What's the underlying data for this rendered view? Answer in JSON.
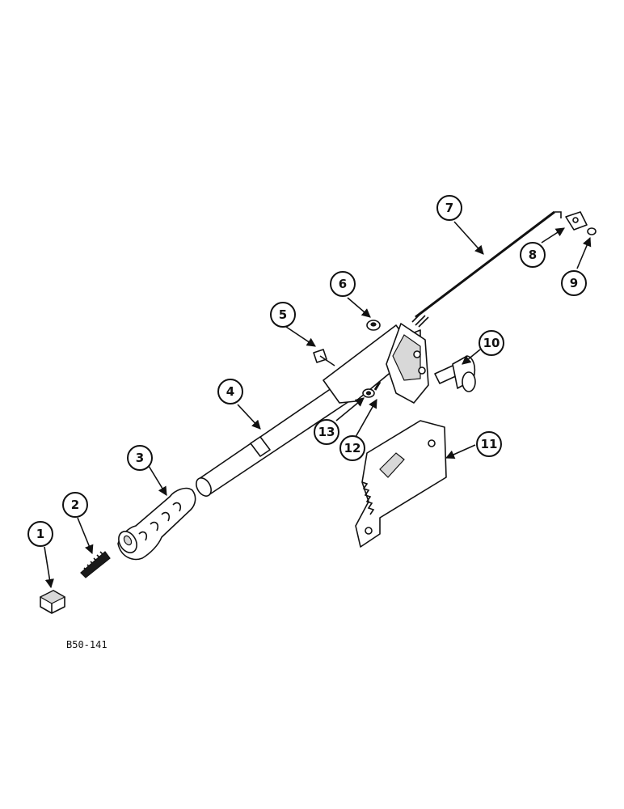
{
  "callouts": [
    {
      "label": "1"
    },
    {
      "label": "2"
    },
    {
      "label": "3"
    },
    {
      "label": "4"
    },
    {
      "label": "5"
    },
    {
      "label": "6"
    },
    {
      "label": "7"
    },
    {
      "label": "8"
    },
    {
      "label": "9"
    },
    {
      "label": "10"
    },
    {
      "label": "11"
    },
    {
      "label": "12"
    },
    {
      "label": "13"
    }
  ],
  "reference_code": "B50-141",
  "colors": {
    "ink": "#111111",
    "background": "#ffffff",
    "shade": "#d8d8d8"
  }
}
